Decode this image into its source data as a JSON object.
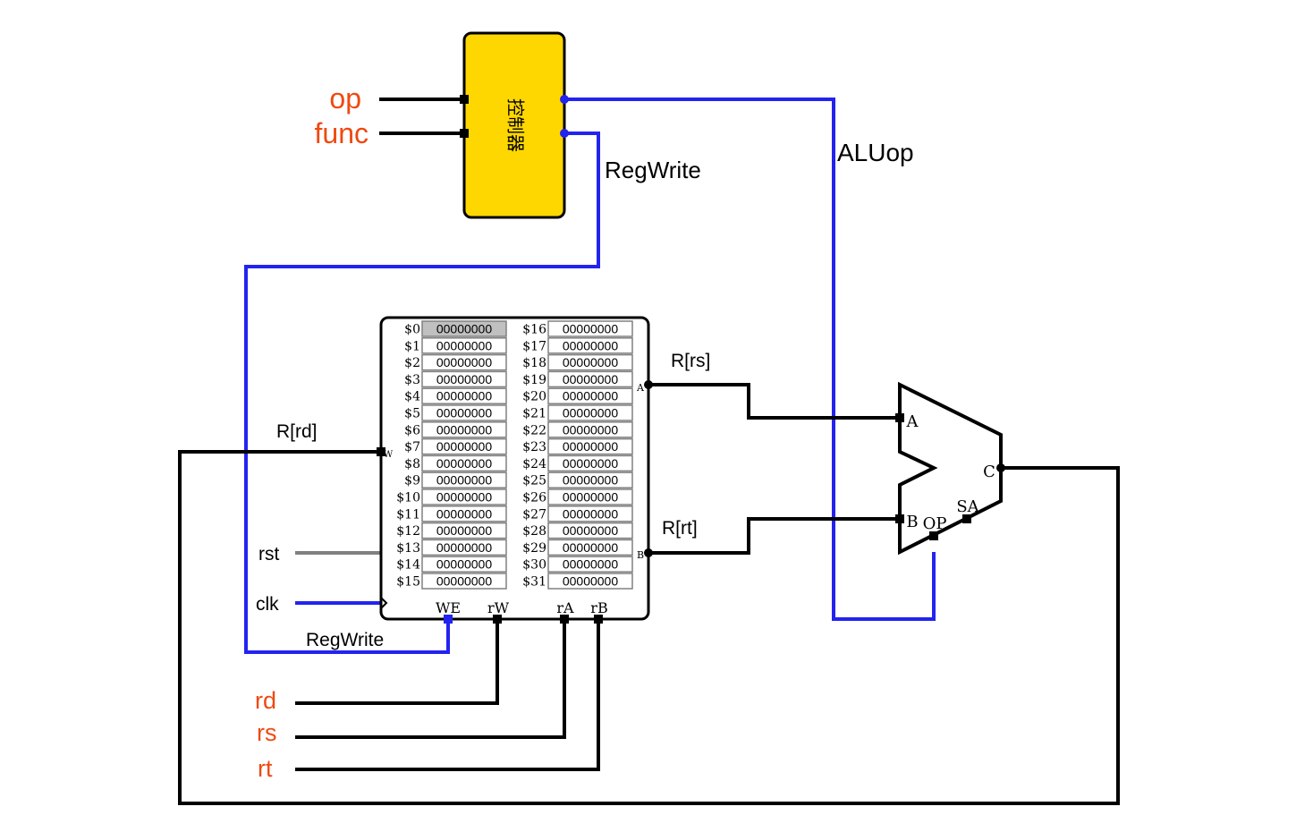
{
  "colors": {
    "wire_black": "#000000",
    "wire_blue": "#2323f0",
    "wire_gray": "#808080",
    "controller_fill": "#ffd700",
    "input_label": "#ee4a10",
    "reg0_fill": "#c0c0c0",
    "reg_fill": "#ffffff"
  },
  "controller": {
    "name": "控制器",
    "inputs": [
      "op",
      "func"
    ],
    "outputs": [
      "RegWrite",
      "ALUop"
    ]
  },
  "wire_labels": {
    "regwrite_top": "RegWrite",
    "aluop": "ALUop",
    "r_rs": "R[rs]",
    "r_rt": "R[rt]",
    "r_rd": "R[rd]",
    "regwrite_bottom": "RegWrite"
  },
  "signals": {
    "rst": "rst",
    "clk": "clk"
  },
  "register_inputs": [
    "rd",
    "rs",
    "rt"
  ],
  "regfile": {
    "ports": {
      "W": "W",
      "A": "A",
      "B": "B",
      "WE": "WE",
      "rW": "rW",
      "rA": "rA",
      "rB": "rB"
    },
    "registers": [
      {
        "name": "$0",
        "value": "00000000"
      },
      {
        "name": "$1",
        "value": "00000000"
      },
      {
        "name": "$2",
        "value": "00000000"
      },
      {
        "name": "$3",
        "value": "00000000"
      },
      {
        "name": "$4",
        "value": "00000000"
      },
      {
        "name": "$5",
        "value": "00000000"
      },
      {
        "name": "$6",
        "value": "00000000"
      },
      {
        "name": "$7",
        "value": "00000000"
      },
      {
        "name": "$8",
        "value": "00000000"
      },
      {
        "name": "$9",
        "value": "00000000"
      },
      {
        "name": "$10",
        "value": "00000000"
      },
      {
        "name": "$11",
        "value": "00000000"
      },
      {
        "name": "$12",
        "value": "00000000"
      },
      {
        "name": "$13",
        "value": "00000000"
      },
      {
        "name": "$14",
        "value": "00000000"
      },
      {
        "name": "$15",
        "value": "00000000"
      },
      {
        "name": "$16",
        "value": "00000000"
      },
      {
        "name": "$17",
        "value": "00000000"
      },
      {
        "name": "$18",
        "value": "00000000"
      },
      {
        "name": "$19",
        "value": "00000000"
      },
      {
        "name": "$20",
        "value": "00000000"
      },
      {
        "name": "$21",
        "value": "00000000"
      },
      {
        "name": "$22",
        "value": "00000000"
      },
      {
        "name": "$23",
        "value": "00000000"
      },
      {
        "name": "$24",
        "value": "00000000"
      },
      {
        "name": "$25",
        "value": "00000000"
      },
      {
        "name": "$26",
        "value": "00000000"
      },
      {
        "name": "$27",
        "value": "00000000"
      },
      {
        "name": "$28",
        "value": "00000000"
      },
      {
        "name": "$29",
        "value": "00000000"
      },
      {
        "name": "$30",
        "value": "00000000"
      },
      {
        "name": "$31",
        "value": "00000000"
      }
    ]
  },
  "alu": {
    "ports": {
      "A": "A",
      "B": "B",
      "C": "C",
      "OP": "OP",
      "SA": "SA"
    }
  }
}
